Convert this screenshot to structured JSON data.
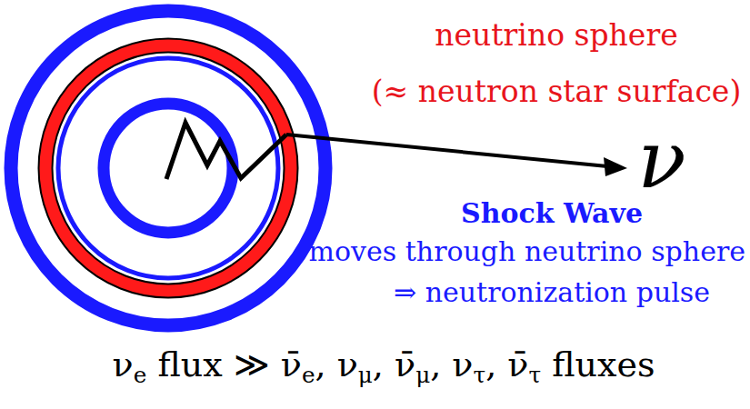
{
  "diagram": {
    "labels": [
      "neutrino sphere",
      "(≈ neutron star surface)",
      "ν",
      "Shock Wave",
      "moves through neutrino sphere",
      "⇒ neutronization pulse",
      "νe flux ≫ ν̄e, νμ, ν̄μ, ντ, ν̄τ fluxes"
    ]
  }
}
